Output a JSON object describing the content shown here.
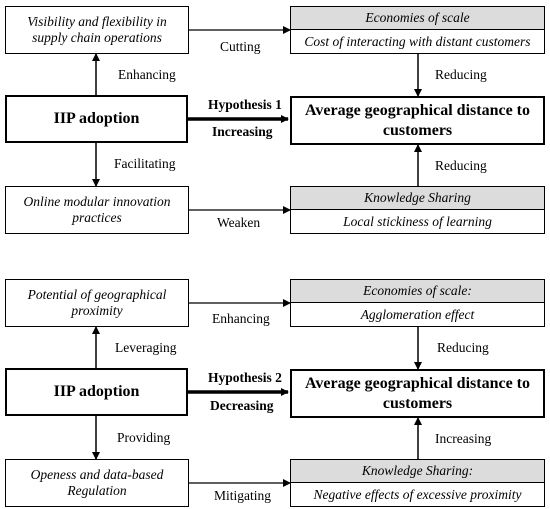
{
  "top": {
    "left_top": "Visibility and flexibility in supply chain operations",
    "iip": "IIP adoption",
    "left_bottom": "Online modular innovation practices",
    "right_top_header": "Economies of scale",
    "right_top_body": "Cost of interacting with distant customers",
    "center": "Average geographical distance to customers",
    "right_bottom_header": "Knowledge Sharing",
    "right_bottom_body": "Local stickiness of learning",
    "label_cutting": "Cutting",
    "label_enhancing": "Enhancing",
    "label_reducing_upper": "Reducing",
    "label_hypothesis": "Hypothesis 1",
    "label_direction": "Increasing",
    "label_facilitating": "Facilitating",
    "label_reducing_lower": "Reducing",
    "label_weaken": "Weaken"
  },
  "bottom": {
    "left_top": "Potential of geographical proximity",
    "iip": "IIP adoption",
    "left_bottom": "Openess and data-based Regulation",
    "right_top_header": "Economies of scale:",
    "right_top_body": "Agglomeration effect",
    "center": "Average geographical distance to customers",
    "right_bottom_header": "Knowledge Sharing:",
    "right_bottom_body": "Negative effects of excessive proximity",
    "label_enhancing": "Enhancing",
    "label_leveraging": "Leveraging",
    "label_reducing": "Reducing",
    "label_hypothesis": "Hypothesis 2",
    "label_direction": "Decreasing",
    "label_providing": "Providing",
    "label_increasing": "Increasing",
    "label_mitigating": "Mitigating"
  }
}
